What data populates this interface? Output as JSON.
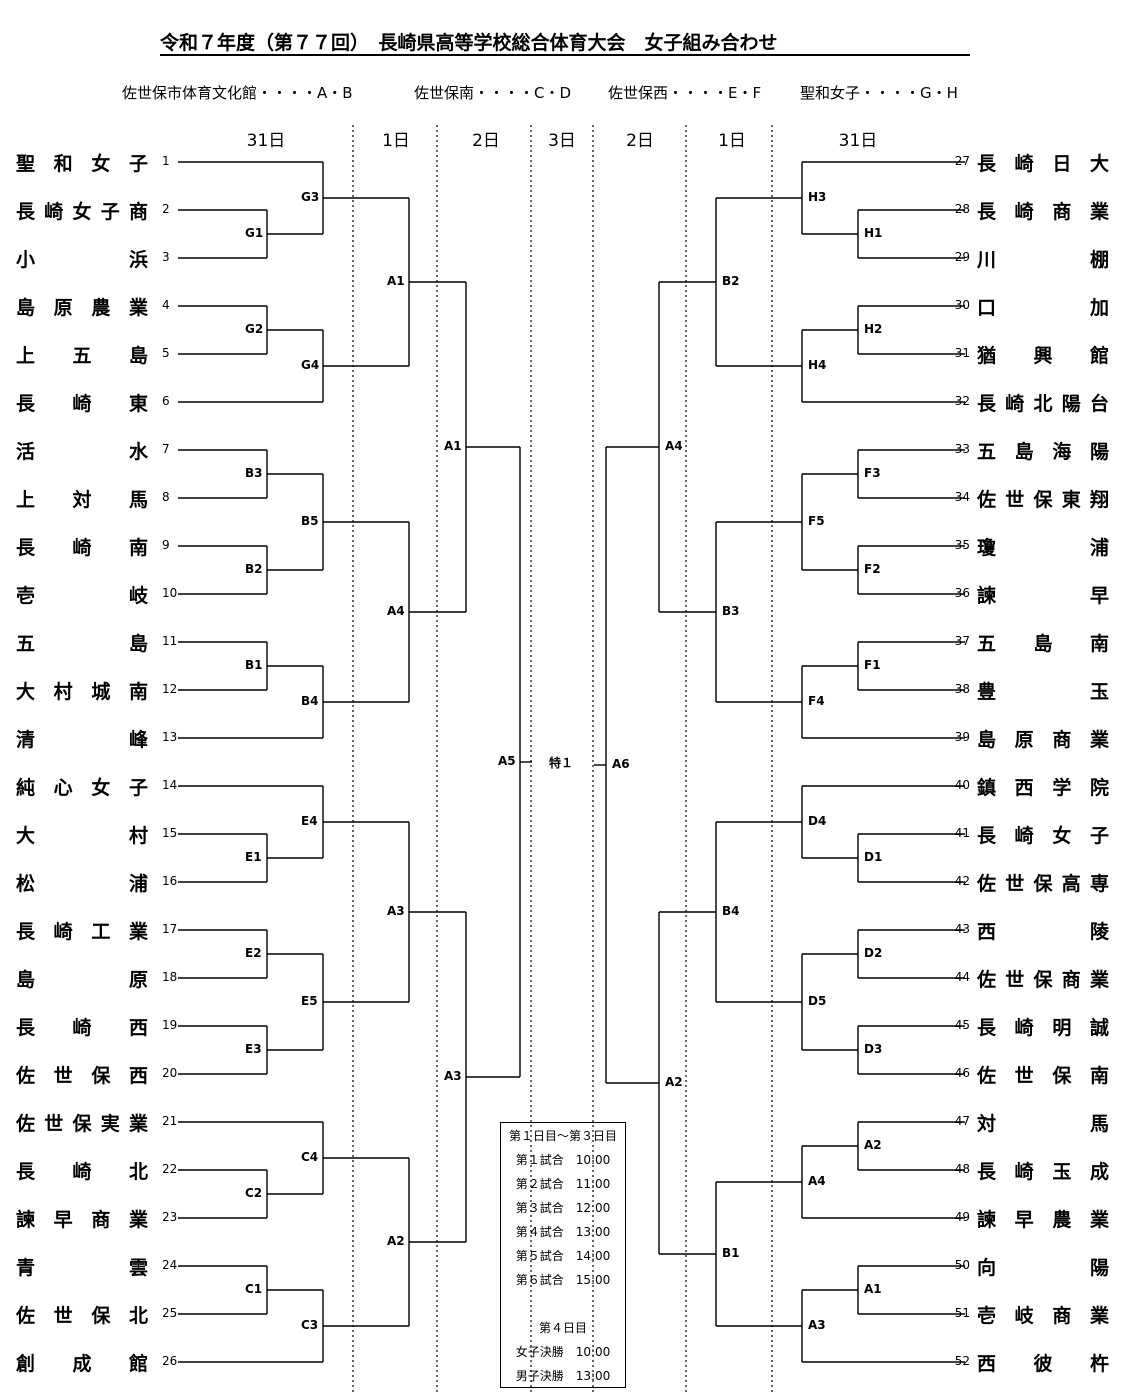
{
  "title": "令和７年度（第７７回）　長崎県高等学校総合体育大会　女子組み合わせ",
  "venues": [
    "佐世保市体育文化館・・・・A・B",
    "佐世保南・・・・C・D",
    "佐世保西・・・・E・F",
    "聖和女子・・・・G・H"
  ],
  "days": [
    "31日",
    "1日",
    "2日",
    "3日",
    "2日",
    "1日",
    "31日"
  ],
  "teams_left": [
    {
      "num": "1",
      "name": "聖和女子"
    },
    {
      "num": "2",
      "name": "長崎女子商"
    },
    {
      "num": "3",
      "name": "小浜"
    },
    {
      "num": "4",
      "name": "島原農業"
    },
    {
      "num": "5",
      "name": "上五島"
    },
    {
      "num": "6",
      "name": "長崎東"
    },
    {
      "num": "7",
      "name": "活水"
    },
    {
      "num": "8",
      "name": "上対馬"
    },
    {
      "num": "9",
      "name": "長崎南"
    },
    {
      "num": "10",
      "name": "壱岐"
    },
    {
      "num": "11",
      "name": "五島"
    },
    {
      "num": "12",
      "name": "大村城南"
    },
    {
      "num": "13",
      "name": "清峰"
    },
    {
      "num": "14",
      "name": "純心女子"
    },
    {
      "num": "15",
      "name": "大村"
    },
    {
      "num": "16",
      "name": "松浦"
    },
    {
      "num": "17",
      "name": "長崎工業"
    },
    {
      "num": "18",
      "name": "島原"
    },
    {
      "num": "19",
      "name": "長崎西"
    },
    {
      "num": "20",
      "name": "佐世保西"
    },
    {
      "num": "21",
      "name": "佐世保実業"
    },
    {
      "num": "22",
      "name": "長崎北"
    },
    {
      "num": "23",
      "name": "諫早商業"
    },
    {
      "num": "24",
      "name": "青雲"
    },
    {
      "num": "25",
      "name": "佐世保北"
    },
    {
      "num": "26",
      "name": "創成館"
    }
  ],
  "teams_right": [
    {
      "num": "27",
      "name": "長崎日大"
    },
    {
      "num": "28",
      "name": "長崎商業"
    },
    {
      "num": "29",
      "name": "川棚"
    },
    {
      "num": "30",
      "name": "口加"
    },
    {
      "num": "31",
      "name": "猶興館"
    },
    {
      "num": "32",
      "name": "長崎北陽台"
    },
    {
      "num": "33",
      "name": "五島海陽"
    },
    {
      "num": "34",
      "name": "佐世保東翔"
    },
    {
      "num": "35",
      "name": "瓊浦"
    },
    {
      "num": "36",
      "name": "諫早"
    },
    {
      "num": "37",
      "name": "五島南"
    },
    {
      "num": "38",
      "name": "豊玉"
    },
    {
      "num": "39",
      "name": "島原商業"
    },
    {
      "num": "40",
      "name": "鎮西学院"
    },
    {
      "num": "41",
      "name": "長崎女子"
    },
    {
      "num": "42",
      "name": "佐世保高専"
    },
    {
      "num": "43",
      "name": "西陵"
    },
    {
      "num": "44",
      "name": "佐世保商業"
    },
    {
      "num": "45",
      "name": "長崎明誠"
    },
    {
      "num": "46",
      "name": "佐世保南"
    },
    {
      "num": "47",
      "name": "対馬"
    },
    {
      "num": "48",
      "name": "長崎玉成"
    },
    {
      "num": "49",
      "name": "諫早農業"
    },
    {
      "num": "50",
      "name": "向陽"
    },
    {
      "num": "51",
      "name": "壱岐商業"
    },
    {
      "num": "52",
      "name": "西彼杵"
    }
  ],
  "match_labels_left": [
    "G1",
    "G3",
    "G2",
    "G4",
    "B3",
    "B5",
    "B2",
    "B1",
    "B4",
    "E1",
    "E4",
    "E2",
    "E5",
    "E3",
    "C2",
    "C4",
    "C1",
    "C3",
    "A1",
    "A4",
    "A3",
    "A2",
    "A1",
    "A3",
    "A5"
  ],
  "match_labels_right": [
    "H1",
    "H3",
    "H2",
    "H4",
    "F3",
    "F5",
    "F2",
    "F1",
    "F4",
    "D1",
    "D4",
    "D2",
    "D5",
    "D3",
    "A2",
    "A4",
    "A1",
    "A3",
    "B2",
    "B3",
    "B4",
    "B1",
    "A4",
    "A2",
    "A6"
  ],
  "final_label": "特１",
  "schedule": {
    "header": "第１日目～第３日目",
    "rows": [
      "第１試合　10:00",
      "第２試合　11:00",
      "第３試合　12:00",
      "第４試合　13:00",
      "第５試合　14:00",
      "第６試合　15:00"
    ],
    "day4_header": "第４日目",
    "day4_rows": [
      "女子決勝　10:00",
      "男子決勝　13:00"
    ]
  }
}
